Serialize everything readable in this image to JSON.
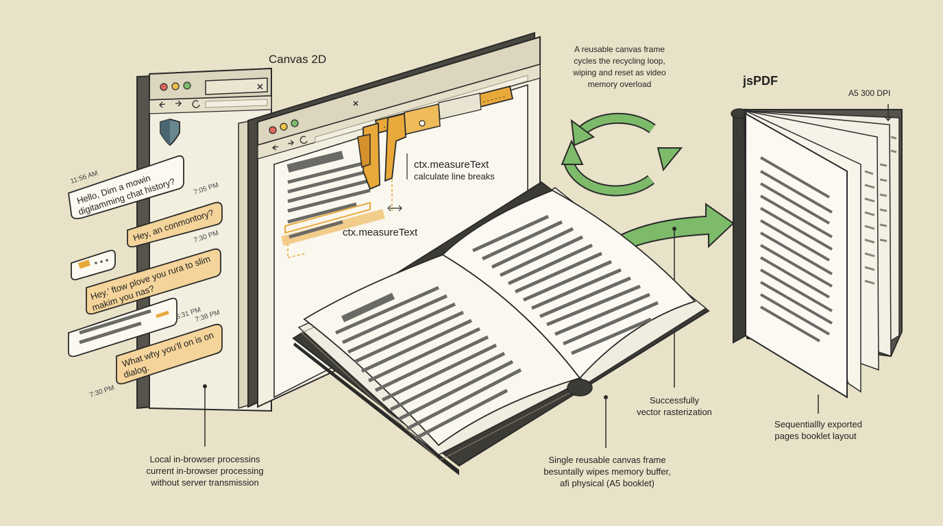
{
  "labels": {
    "canvas_title": "Canvas 2D",
    "recycle_note": [
      "A reusable canvas frame",
      "cycles the recycling loop,",
      "wiping and reset as video",
      "memory overload"
    ],
    "jspdf_title": "jsPDF",
    "a5_label": "A5 300 DPI",
    "measure_callout": [
      "ctx.measureText",
      "calculate line breaks"
    ],
    "measure_small": "ctx.measureText",
    "local_note": [
      "Local in-browser processins",
      "current in-browser processing",
      "without server transmission"
    ],
    "frame_note": [
      "Single reusable canvas frame",
      "besuntally wipes memory buffer,",
      "afi physical (A5 booklet)"
    ],
    "raster_note": [
      "Successfully",
      "vector rasterization"
    ],
    "export_note": [
      "Sequentiallly exported",
      "pages booklet  layout"
    ]
  },
  "chat": {
    "messages": [
      {
        "time": "11:56 AM",
        "lines": [
          "Hello, Dim a mowin",
          "digitamming chat history?"
        ],
        "side": "left"
      },
      {
        "time": "7:05 PM",
        "lines": [
          "Hey, an conmontory?"
        ],
        "side": "right"
      },
      {
        "time": "7:30 PM",
        "lines": [
          "Hey.’ ftow plove you rura to slim",
          "makim you nas?"
        ],
        "side": "right"
      },
      {
        "time": "5:31 PM",
        "lines": [],
        "side": "left"
      },
      {
        "time": "7:38 PM",
        "lines": [
          "What why you’ll on is on",
          "dialog."
        ],
        "side": "right"
      },
      {
        "time": "7:30 PM",
        "lines": [],
        "side": "left"
      }
    ]
  },
  "colors": {
    "background": "#e8e2c8",
    "accent_orange": "#e9a93a",
    "bubble_orange": "#f4d49a",
    "arrow_green": "#7dbb6a",
    "ink": "#2a2a2a",
    "paper": "#f7f4ea",
    "browser_dark": "#55534b"
  },
  "icons": {
    "shield": "shield-icon",
    "close": "close-icon",
    "back": "arrow-left-icon",
    "forward": "arrow-right-icon",
    "reload": "reload-icon",
    "caliper": "caliper-icon",
    "recycle": "recycle-arrows-icon",
    "export": "export-arrow-icon"
  }
}
